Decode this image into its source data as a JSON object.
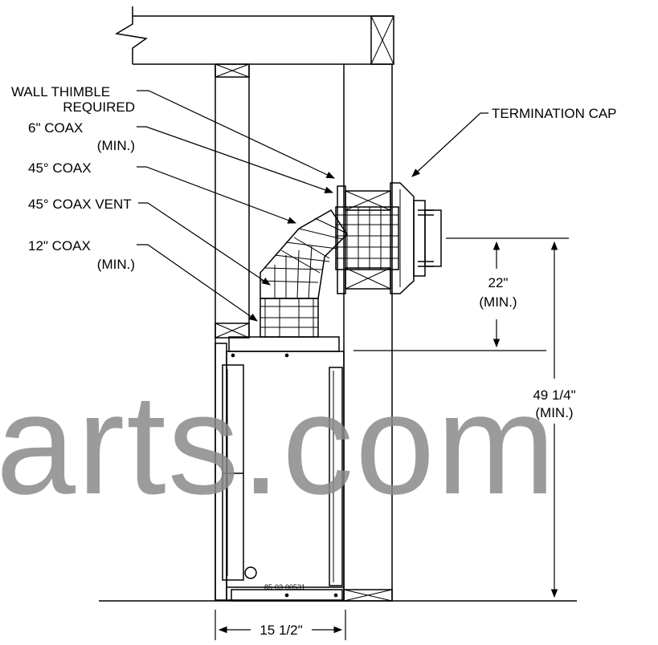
{
  "drawing": {
    "labels": {
      "wall_thimble_line1": "WALL THIMBLE",
      "wall_thimble_line2": "REQUIRED",
      "coax6_line1": "6\" COAX",
      "coax6_line2": "(MIN.)",
      "coax45": "45° COAX",
      "coax45_vent": "45° COAX VENT",
      "coax12_line1": "12\" COAX",
      "coax12_line2": "(MIN.)",
      "termination_cap": "TERMINATION CAP"
    },
    "dimensions": {
      "vertical_small_line1": "22\"",
      "vertical_small_line2": "(MIN.)",
      "vertical_large_line1": "49 1/4\"",
      "vertical_large_line2": "(MIN.)",
      "horizontal": "15 1/2\""
    },
    "part_number": "85-03-00531",
    "watermark": "arts.com"
  }
}
